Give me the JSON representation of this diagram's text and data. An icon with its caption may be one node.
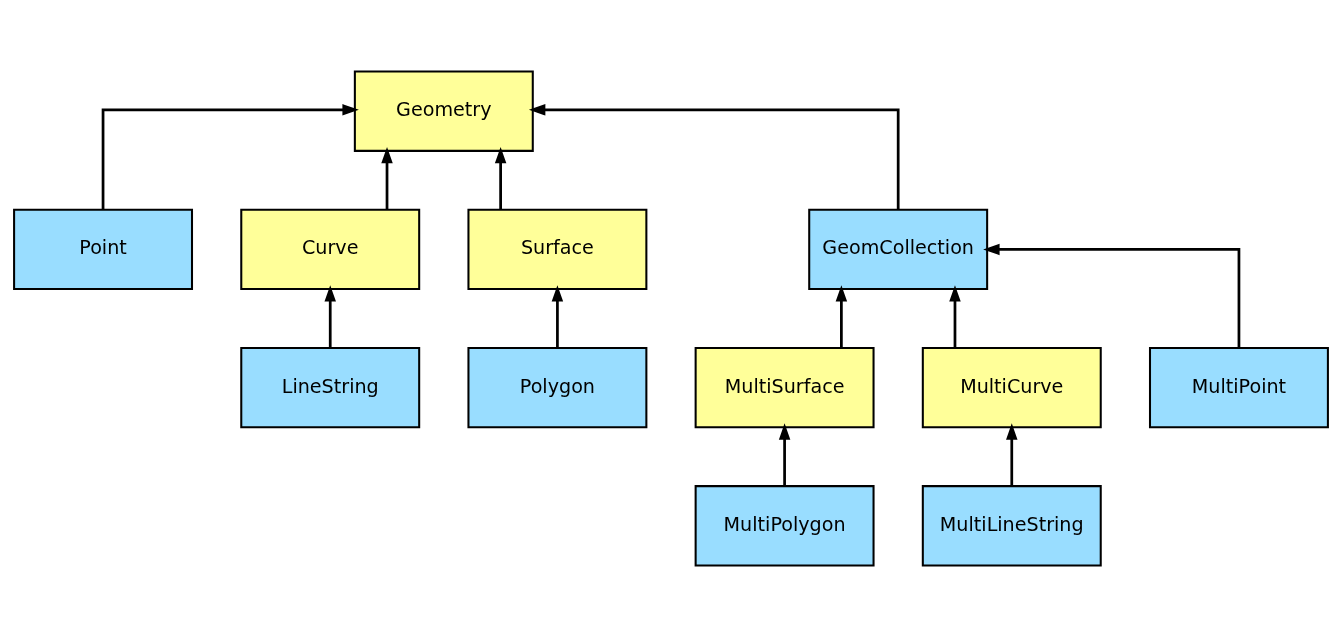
{
  "diagram": {
    "nodes": [
      {
        "text": [
          "Geometry"
        ]
      },
      {
        "text": [
          "Point"
        ]
      },
      {
        "text": [
          "Curve"
        ]
      },
      {
        "text": [
          "Surface"
        ]
      },
      {
        "text": [
          "GeomCollection"
        ]
      },
      {
        "text": [
          "LineString"
        ]
      },
      {
        "text": [
          "Polygon"
        ]
      },
      {
        "text": [
          "MultiSurface"
        ]
      },
      {
        "text": [
          "MultiCurve"
        ]
      },
      {
        "text": [
          "MultiPoint"
        ]
      },
      {
        "text": [
          "MultiPolygon"
        ]
      },
      {
        "text": [
          "MultiLineString"
        ]
      }
    ],
    "edges": [
      {
        "from": 1,
        "to": 0,
        "arrow": "to"
      },
      {
        "from": 2,
        "to": 0,
        "arrow": "to"
      },
      {
        "from": 3,
        "to": 0,
        "arrow": "to"
      },
      {
        "from": 4,
        "to": 0,
        "arrow": "to"
      },
      {
        "from": 5,
        "to": 2,
        "arrow": "to"
      },
      {
        "from": 6,
        "to": 3,
        "arrow": "to"
      },
      {
        "from": 7,
        "to": 4,
        "arrow": "to"
      },
      {
        "from": 8,
        "to": 4,
        "arrow": "to"
      },
      {
        "from": 9,
        "to": 4,
        "arrow": "to"
      },
      {
        "from": 10,
        "to": 7,
        "arrow": "to"
      },
      {
        "from": 11,
        "to": 8,
        "arrow": "to"
      }
    ]
  }
}
